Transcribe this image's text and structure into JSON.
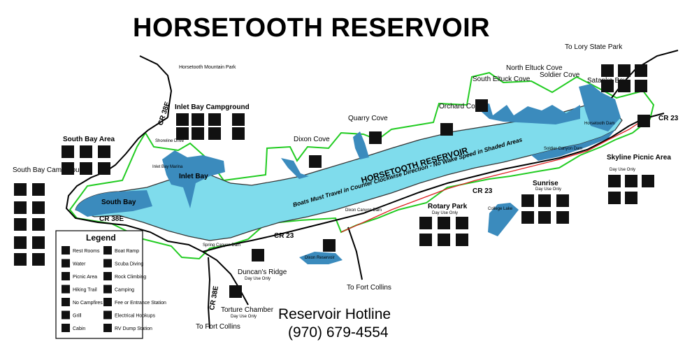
{
  "title": "HORSETOOTH RESERVOIR",
  "hotline": {
    "label": "Reservoir Hotline",
    "phone": "(970) 679-4554"
  },
  "legend": {
    "title": "Legend",
    "items": [
      {
        "icon": "restroom-icon",
        "label": "Rest Rooms"
      },
      {
        "icon": "water-icon",
        "label": "Water"
      },
      {
        "icon": "picnic-icon",
        "label": "Picnic Area"
      },
      {
        "icon": "hiking-icon",
        "label": "Hiking Trail"
      },
      {
        "icon": "no-campfire-icon",
        "label": "No Campfires"
      },
      {
        "icon": "grill-icon",
        "label": "Grill"
      },
      {
        "icon": "cabin-icon",
        "label": "Cabin"
      },
      {
        "icon": "boat-ramp-icon",
        "label": "Boat Ramp"
      },
      {
        "icon": "scuba-icon",
        "label": "Scuba Diving"
      },
      {
        "icon": "rock-climbing-icon",
        "label": "Rock Climbing"
      },
      {
        "icon": "camping-icon",
        "label": "Camping"
      },
      {
        "icon": "fee-station-icon",
        "label": "Fee or Entrance Station"
      },
      {
        "icon": "electrical-icon",
        "label": "Electrical Hookups"
      },
      {
        "icon": "rv-dump-icon",
        "label": "RV Dump Station"
      }
    ]
  },
  "lake_labels": {
    "main": "HORSETOOTH RESERVOIR",
    "rule": "Boats Must Travel in Counter Clockwise Direction - No Wake Speed in Shaded Areas",
    "inlet_bay": "Inlet Bay",
    "south_bay": "South Bay"
  },
  "places": {
    "horsetooth_mountain_park": "Horsetooth Mountain Park",
    "inlet_bay_campground": "Inlet Bay Campground",
    "shoreline_drive": "Shoreline Drive",
    "inlet_bay_marina": "Inlet Bay Marina",
    "south_bay_area": "South Bay Area",
    "south_bay_campground": "South Bay Campground",
    "dixon_cove": "Dixon Cove",
    "quarry_cove": "Quarry Cove",
    "orchard_cove": "Orchard Cove",
    "south_eltuck_cove": "South Eltuck Cove",
    "north_eltuck_cove": "North Eltuck Cove",
    "soldier_cove": "Soldier Cove",
    "satanka_bay": "Satanka Bay",
    "to_lory": "To Lory State Park",
    "horsetooth_dam": "Horsetooth Dam",
    "soldier_canyon_dam": "Soldier Canyon Dam",
    "skyline_picnic": "Skyline Picnic Area",
    "day_use_only": "Day Use Only",
    "sunrise": "Sunrise",
    "college_lake": "College Lake",
    "rotary_park": "Rotary Park",
    "dixon_canyon_dam": "Dixon Canyon Dam",
    "dixon_reservoir": "Dixon Reservoir",
    "to_fort_collins_1": "To Fort Collins",
    "to_fort_collins_2": "To Fort Collins",
    "spring_canyon_dam": "Spring Canyon Dam",
    "duncans_ridge": "Duncan's Ridge",
    "torture_chamber": "Torture Chamber"
  },
  "roads": {
    "cr38e": "CR 38E",
    "cr23": "CR 23"
  },
  "colors": {
    "water_dark": "#3b8bbd",
    "water_light": "#7fdcec",
    "park_boundary": "#22cc22",
    "trail": "#dd2222",
    "icon_bg": "#111111"
  }
}
